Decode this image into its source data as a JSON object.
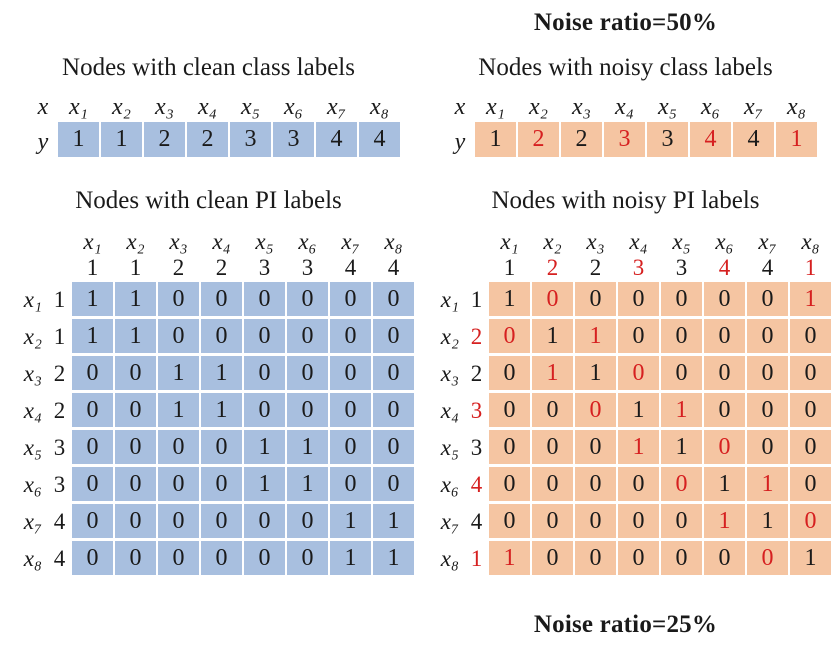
{
  "colors": {
    "clean_fill": "#a8bfdf",
    "noisy_fill": "#f5c5a2",
    "noisy_text": "#d62020",
    "clean_text": "#1a1a1a",
    "background": "#ffffff"
  },
  "left_panel": {
    "class_title": "Nodes with clean class labels",
    "pi_title": "Nodes with clean PI labels",
    "vector": {
      "x_label": "x",
      "y_label": "y",
      "nodes": [
        "x₁",
        "x₂",
        "x₃",
        "x₄",
        "x₅",
        "x₆",
        "x₇",
        "x₈"
      ],
      "labels": [
        "1",
        "1",
        "2",
        "2",
        "3",
        "3",
        "4",
        "4"
      ],
      "label_noisy": [
        false,
        false,
        false,
        false,
        false,
        false,
        false,
        false
      ]
    },
    "matrix": {
      "col_nodes": [
        "x₁",
        "x₂",
        "x₃",
        "x₄",
        "x₅",
        "x₆",
        "x₇",
        "x₈"
      ],
      "col_labels": [
        "1",
        "1",
        "2",
        "2",
        "3",
        "3",
        "4",
        "4"
      ],
      "col_label_noisy": [
        false,
        false,
        false,
        false,
        false,
        false,
        false,
        false
      ],
      "row_nodes": [
        "x₁",
        "x₂",
        "x₃",
        "x₄",
        "x₅",
        "x₆",
        "x₇",
        "x₈"
      ],
      "row_labels": [
        "1",
        "1",
        "2",
        "2",
        "3",
        "3",
        "4",
        "4"
      ],
      "row_label_noisy": [
        false,
        false,
        false,
        false,
        false,
        false,
        false,
        false
      ],
      "values": [
        [
          "1",
          "1",
          "0",
          "0",
          "0",
          "0",
          "0",
          "0"
        ],
        [
          "1",
          "1",
          "0",
          "0",
          "0",
          "0",
          "0",
          "0"
        ],
        [
          "0",
          "0",
          "1",
          "1",
          "0",
          "0",
          "0",
          "0"
        ],
        [
          "0",
          "0",
          "1",
          "1",
          "0",
          "0",
          "0",
          "0"
        ],
        [
          "0",
          "0",
          "0",
          "0",
          "1",
          "1",
          "0",
          "0"
        ],
        [
          "0",
          "0",
          "0",
          "0",
          "1",
          "1",
          "0",
          "0"
        ],
        [
          "0",
          "0",
          "0",
          "0",
          "0",
          "0",
          "1",
          "1"
        ],
        [
          "0",
          "0",
          "0",
          "0",
          "0",
          "0",
          "1",
          "1"
        ]
      ],
      "noisy_flags": [
        [
          false,
          false,
          false,
          false,
          false,
          false,
          false,
          false
        ],
        [
          false,
          false,
          false,
          false,
          false,
          false,
          false,
          false
        ],
        [
          false,
          false,
          false,
          false,
          false,
          false,
          false,
          false
        ],
        [
          false,
          false,
          false,
          false,
          false,
          false,
          false,
          false
        ],
        [
          false,
          false,
          false,
          false,
          false,
          false,
          false,
          false
        ],
        [
          false,
          false,
          false,
          false,
          false,
          false,
          false,
          false
        ],
        [
          false,
          false,
          false,
          false,
          false,
          false,
          false,
          false
        ],
        [
          false,
          false,
          false,
          false,
          false,
          false,
          false,
          false
        ]
      ]
    }
  },
  "right_panel": {
    "banner_top": "Noise ratio=50%",
    "banner_bottom": "Noise ratio=25%",
    "class_title": "Nodes with noisy class labels",
    "pi_title": "Nodes with noisy PI labels",
    "vector": {
      "x_label": "x",
      "y_label": "y",
      "nodes": [
        "x₁",
        "x₂",
        "x₃",
        "x₄",
        "x₅",
        "x₆",
        "x₇",
        "x₈"
      ],
      "labels": [
        "1",
        "2",
        "2",
        "3",
        "3",
        "4",
        "4",
        "1"
      ],
      "label_noisy": [
        false,
        true,
        false,
        true,
        false,
        true,
        false,
        true
      ]
    },
    "matrix": {
      "col_nodes": [
        "x₁",
        "x₂",
        "x₃",
        "x₄",
        "x₅",
        "x₆",
        "x₇",
        "x₈"
      ],
      "col_labels": [
        "1",
        "2",
        "2",
        "3",
        "3",
        "4",
        "4",
        "1"
      ],
      "col_label_noisy": [
        false,
        true,
        false,
        true,
        false,
        true,
        false,
        true
      ],
      "row_nodes": [
        "x₁",
        "x₂",
        "x₃",
        "x₄",
        "x₅",
        "x₆",
        "x₇",
        "x₈"
      ],
      "row_labels": [
        "1",
        "2",
        "2",
        "3",
        "3",
        "4",
        "4",
        "1"
      ],
      "row_label_noisy": [
        false,
        true,
        false,
        true,
        false,
        true,
        false,
        true
      ],
      "values": [
        [
          "1",
          "0",
          "0",
          "0",
          "0",
          "0",
          "0",
          "1"
        ],
        [
          "0",
          "1",
          "1",
          "0",
          "0",
          "0",
          "0",
          "0"
        ],
        [
          "0",
          "1",
          "1",
          "0",
          "0",
          "0",
          "0",
          "0"
        ],
        [
          "0",
          "0",
          "0",
          "1",
          "1",
          "0",
          "0",
          "0"
        ],
        [
          "0",
          "0",
          "0",
          "1",
          "1",
          "0",
          "0",
          "0"
        ],
        [
          "0",
          "0",
          "0",
          "0",
          "0",
          "1",
          "1",
          "0"
        ],
        [
          "0",
          "0",
          "0",
          "0",
          "0",
          "1",
          "1",
          "0"
        ],
        [
          "1",
          "0",
          "0",
          "0",
          "0",
          "0",
          "0",
          "1"
        ]
      ],
      "noisy_flags": [
        [
          false,
          true,
          false,
          false,
          false,
          false,
          false,
          true
        ],
        [
          true,
          false,
          true,
          false,
          false,
          false,
          false,
          false
        ],
        [
          false,
          true,
          false,
          true,
          false,
          false,
          false,
          false
        ],
        [
          false,
          false,
          true,
          false,
          true,
          false,
          false,
          false
        ],
        [
          false,
          false,
          false,
          true,
          false,
          true,
          false,
          false
        ],
        [
          false,
          false,
          false,
          false,
          true,
          false,
          true,
          false
        ],
        [
          false,
          false,
          false,
          false,
          false,
          true,
          false,
          true
        ],
        [
          true,
          false,
          false,
          false,
          false,
          false,
          true,
          false
        ]
      ]
    }
  }
}
